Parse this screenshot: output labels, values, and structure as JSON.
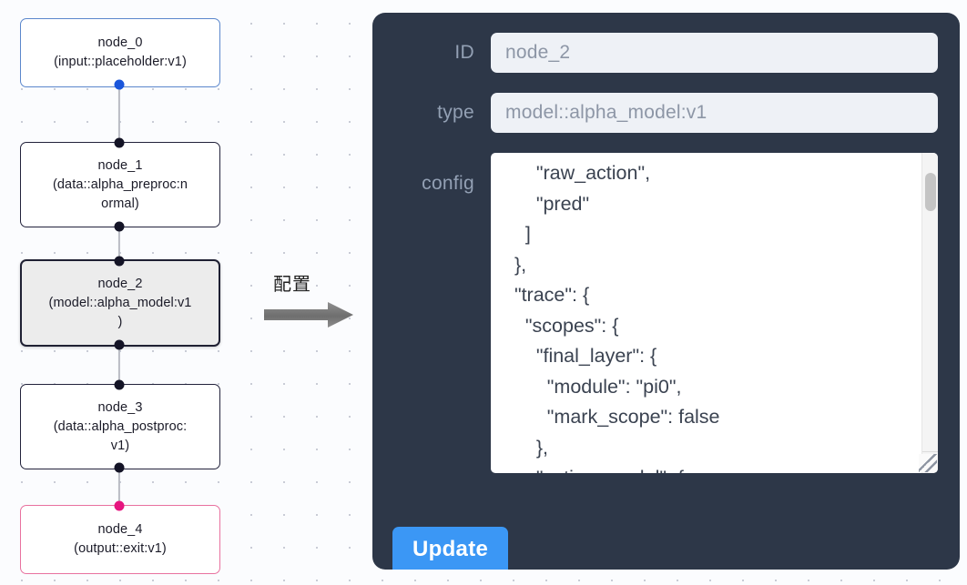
{
  "canvas": {
    "background_color": "#fbfcfe",
    "dot_color": "#c9ccd6",
    "nodes": [
      {
        "id": "node_0",
        "title": "node_0",
        "subtitle": "(input::placeholder:v1)",
        "kind": "input",
        "border_color": "#5b87cc",
        "fill_color": "#ffffff",
        "selected": false
      },
      {
        "id": "node_1",
        "title": "node_1",
        "subtitle_line1": "(data::alpha_preproc:n",
        "subtitle_line2": "ormal)",
        "kind": "plain",
        "border_color": "#22223b",
        "fill_color": "#ffffff",
        "selected": false
      },
      {
        "id": "node_2",
        "title": "node_2",
        "subtitle_line1": "(model::alpha_model:v1",
        "subtitle_line2": ")",
        "kind": "model",
        "border_color": "#1f2033",
        "fill_color": "#ececec",
        "selected": true
      },
      {
        "id": "node_3",
        "title": "node_3",
        "subtitle_line1": "(data::alpha_postproc:",
        "subtitle_line2": "v1)",
        "kind": "plain",
        "border_color": "#22223b",
        "fill_color": "#ffffff",
        "selected": false
      },
      {
        "id": "node_4",
        "title": "node_4",
        "subtitle": "(output::exit:v1)",
        "kind": "output",
        "border_color": "#e8719f",
        "fill_color": "#ffffff",
        "selected": false
      }
    ],
    "edges": [
      {
        "from": "node_0",
        "to": "node_1"
      },
      {
        "from": "node_1",
        "to": "node_2"
      },
      {
        "from": "node_2",
        "to": "node_3"
      },
      {
        "from": "node_3",
        "to": "node_4"
      }
    ],
    "port_colors": {
      "default": "#141426",
      "input": "#1a56db",
      "output": "#e6157f"
    }
  },
  "annotation": {
    "label": "配置",
    "arrow_color": "#787878"
  },
  "inspector": {
    "panel_color": "#2d3748",
    "fields": {
      "id": {
        "label": "ID",
        "value": "node_2",
        "placeholder": "node_2"
      },
      "type": {
        "label": "type",
        "value": "model::alpha_model:v1",
        "placeholder": "model::alpha_model:v1"
      },
      "config": {
        "label": "config",
        "value": "      \"raw_action\",\n      \"pred\"\n    ]\n  },\n  \"trace\": {\n    \"scopes\": {\n      \"final_layer\": {\n        \"module\": \"pi0\",\n        \"mark_scope\": false\n      },\n      \"action_model\": {",
        "lines": [
          "      \"raw_action\",",
          "      \"pred\"",
          "    ]",
          "  },",
          "  \"trace\": {",
          "    \"scopes\": {",
          "      \"final_layer\": {",
          "        \"module\": \"pi0\",",
          "        \"mark_scope\": false",
          "      },",
          "      \"action_model\": {"
        ],
        "scrollbar_visible": true
      }
    },
    "update_button": {
      "label": "Update",
      "color": "#3b97f5"
    }
  }
}
